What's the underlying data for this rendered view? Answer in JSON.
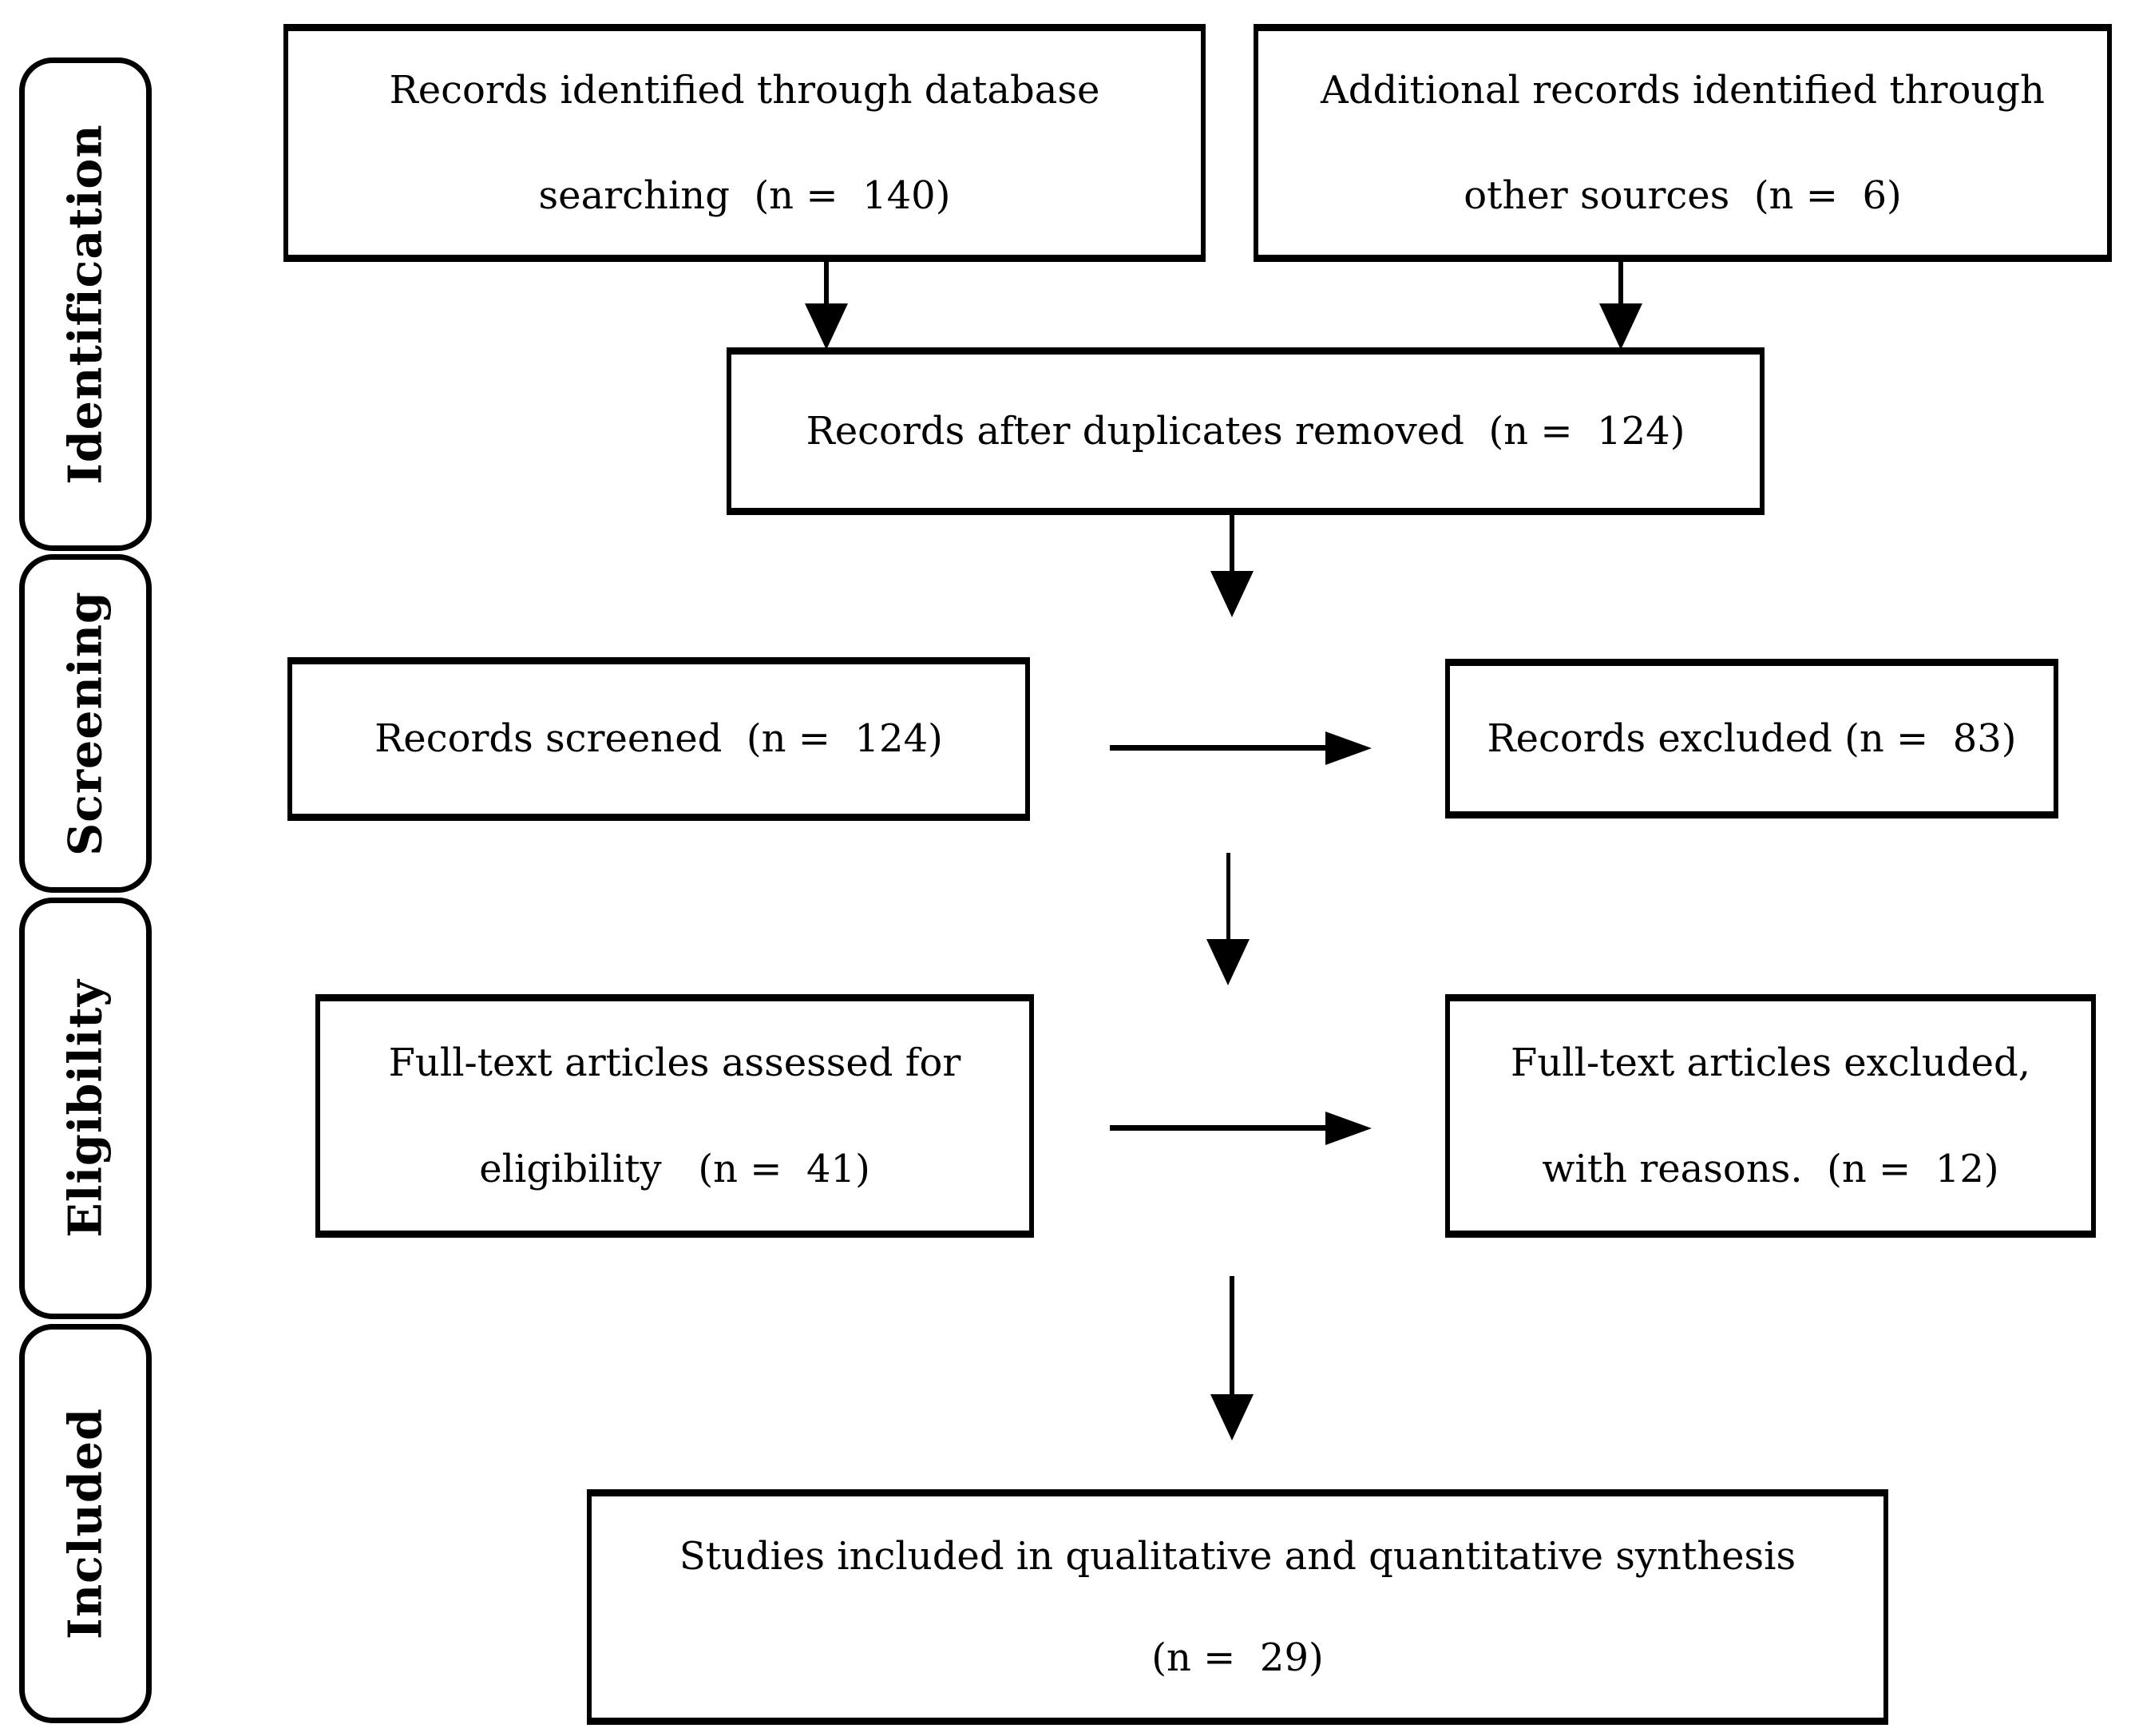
{
  "diagram_type": "prisma-flow",
  "colors": {
    "border": "#000000",
    "text": "#000000",
    "background": "#ffffff"
  },
  "sidebar": {
    "stages": [
      {
        "id": "identification",
        "label": "Identification"
      },
      {
        "id": "screening",
        "label": "Screening"
      },
      {
        "id": "eligibility",
        "label": "Eligibility"
      },
      {
        "id": "included",
        "label": "Included"
      }
    ]
  },
  "flow": {
    "database_box": {
      "line1": "Records identified through database",
      "line2": "searching  (n =  140)",
      "n": 140
    },
    "other_sources_box": {
      "line1": "Additional records identified through",
      "line2": "other sources  (n =  6)",
      "n": 6
    },
    "dedup_box": {
      "line1": "Records after duplicates removed  (n =  124)",
      "n": 124
    },
    "screened_box": {
      "line1": "Records screened  (n =  124)",
      "n": 124
    },
    "excluded_box": {
      "line1": "Records excluded (n =  83)",
      "n": 83
    },
    "assessed_box": {
      "line1": "Full-text articles assessed for",
      "line2": "eligibility   (n =  41)",
      "n": 41
    },
    "fulltext_excluded_box": {
      "line1": "Full-text articles excluded,",
      "line2": "with reasons.  (n =  12)",
      "n": 12
    },
    "synthesis_box": {
      "line1": "Studies included in qualitative and quantitative synthesis",
      "line2": "(n =  29)",
      "n": 29
    }
  },
  "edges": [
    {
      "from": "database_box",
      "to": "dedup_box"
    },
    {
      "from": "other_sources_box",
      "to": "dedup_box"
    },
    {
      "from": "dedup_box",
      "to": "screened_box"
    },
    {
      "from": "screened_box",
      "to": "excluded_box"
    },
    {
      "from": "screened_box",
      "to": "assessed_box"
    },
    {
      "from": "assessed_box",
      "to": "fulltext_excluded_box"
    },
    {
      "from": "assessed_box",
      "to": "synthesis_box"
    }
  ]
}
